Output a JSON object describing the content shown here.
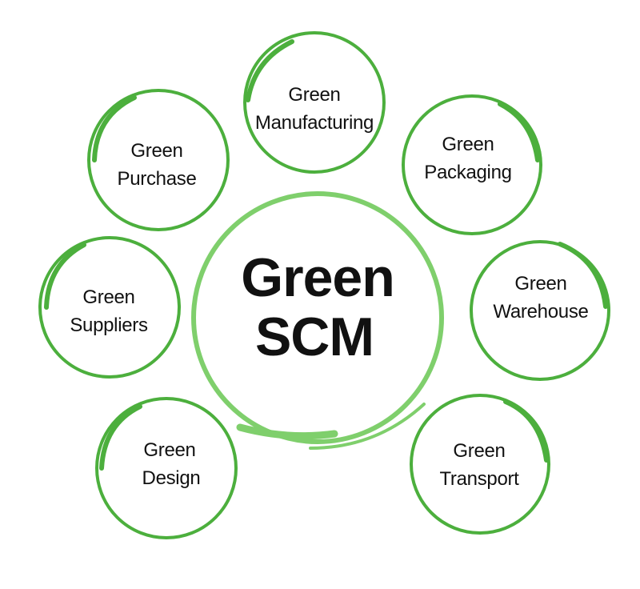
{
  "center": {
    "lines": [
      "Green",
      "SCM"
    ]
  },
  "satellites": [
    {
      "id": "manufacturing",
      "lines": [
        "Green",
        "Manufacturing"
      ]
    },
    {
      "id": "packaging",
      "lines": [
        "Green",
        "Packaging"
      ]
    },
    {
      "id": "warehouse",
      "lines": [
        "Green",
        "Warehouse"
      ]
    },
    {
      "id": "transport",
      "lines": [
        "Green",
        "Transport"
      ]
    },
    {
      "id": "design",
      "lines": [
        "Green",
        "Design"
      ]
    },
    {
      "id": "suppliers",
      "lines": [
        "Green",
        "Suppliers"
      ]
    },
    {
      "id": "purchase",
      "lines": [
        "Green",
        "Purchase"
      ]
    }
  ],
  "colors": {
    "ring_dark": "#4caf3d",
    "ring_light": "#7fcf6c",
    "text": "#111111",
    "background": "#ffffff"
  }
}
